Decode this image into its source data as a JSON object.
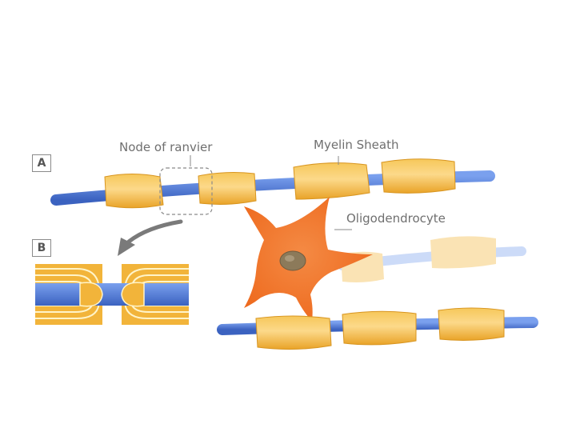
{
  "panels": [
    {
      "id": "a",
      "label": "A"
    },
    {
      "id": "b",
      "label": "B"
    }
  ],
  "labels": {
    "node_of_ranvier": "Node of ranvier",
    "myelin_sheath": "Myelin Sheath",
    "oligodendrocyte": "Oligodendrocyte"
  },
  "colors": {
    "axon": "#4a78d8",
    "myelin": "#f2b43a",
    "myelin_highlight": "#ffe08a",
    "cell_body": "#f07a30",
    "nucleus": "#8c7a5a",
    "arrow": "#7a7a7a"
  }
}
